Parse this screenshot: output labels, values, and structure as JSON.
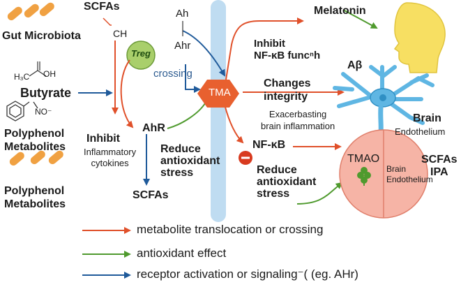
{
  "colors": {
    "translocation": "#e0502a",
    "antioxidant": "#4f9a2e",
    "receptor": "#1f5a9a",
    "barrier": "#bfdcf1",
    "tma": "#e8602f",
    "tmao_circle": "#f6b4a6",
    "neuron": "#5fb6e3",
    "treg": "#a9cf6b",
    "head": "#f7df62"
  },
  "icons": [
    "pill-capsule-icon",
    "benzene-ring-icon",
    "head-profile-icon",
    "neuron-icon",
    "clover-icon",
    "minus-icon"
  ],
  "labels": {
    "gut_microbiota": "Gut Microbiota",
    "scfas_top": "SCFAs",
    "ch": "CH",
    "chem_formula": "H₃C",
    "oh": "OH",
    "butyrate": "Butyrate",
    "no": "NO⁻",
    "polyphenol_1": "Polyphenol\nMetabolites",
    "polyphenol_2": "Polyphenol\nMetabolites",
    "treg": "Treg",
    "inhibit": "Inhibit",
    "inflammatory_cytokines": "Inflammatory\ncytokines",
    "ahr_upper": "AhR",
    "reduce_antiox_left": "Reduce\nantioxidant\nstress",
    "scfas_bottom": "SCFAs",
    "ah": "Ah",
    "ahr_mid": "Ahr",
    "crossing": "crossing",
    "tma": "TMA",
    "melatonin": "Melatonin",
    "inhibit_nfkb": "Inhibit\nNF-κB funcⁿh",
    "changes_integrity": "Changes\nintegrity",
    "exacerbating": "Exacerbasting\nbrain inflammation",
    "abeta": "Aβ",
    "brain": "Brain",
    "endothelium": "Endothelium",
    "nfkb": "NF-κB",
    "reduce_antiox_right": "Reduce\nantioxidant\nstress",
    "tmao": "TMAO",
    "brain_endothelium_circle": "Brain\nEndothelium",
    "scfas_ipa": "SCFAs\nIPA"
  },
  "legend": [
    {
      "color": "translocation",
      "label": "metabolite translocation or crossing"
    },
    {
      "color": "antioxidant",
      "label": "antioxidant effect"
    },
    {
      "color": "receptor",
      "label": "receptor activation or signaling⁻( (eg. AHr)"
    }
  ]
}
